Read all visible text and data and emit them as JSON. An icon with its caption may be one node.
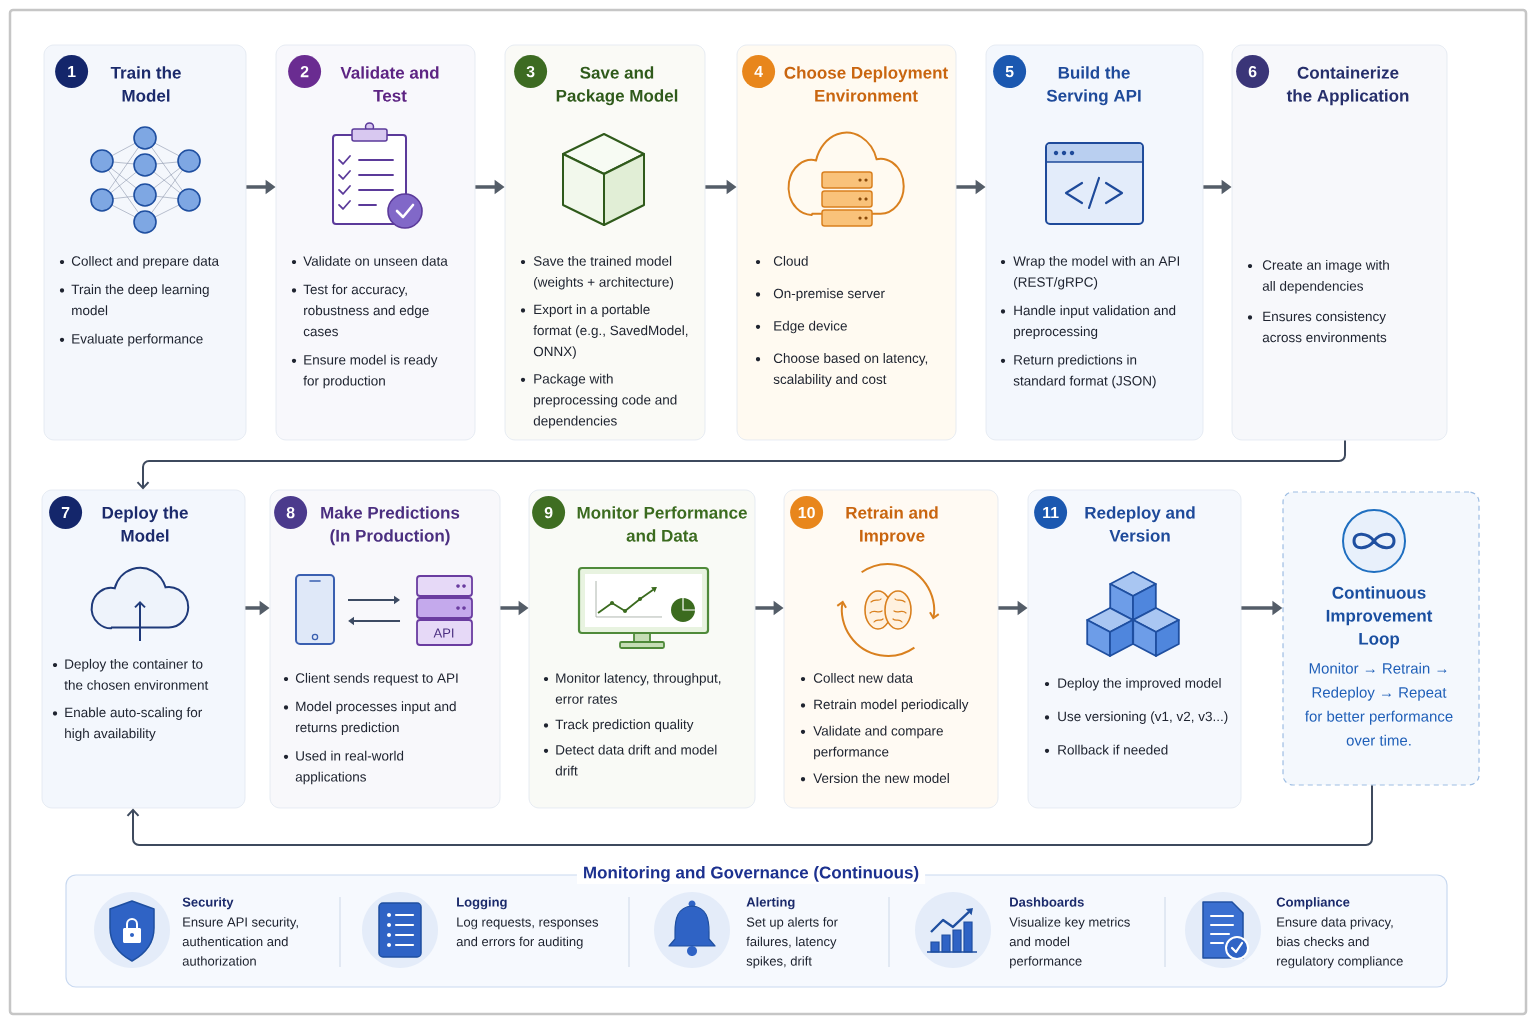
{
  "diagram": {
    "nodes": [
      {
        "text": [
          "Train the Model",
          "Collect and prepare data",
          "Train the deep learning model",
          "Evaluate performance"
        ]
      },
      {
        "text": [
          "1"
        ],
        "in": 0
      },
      {
        "text": [
          "Validate and Test",
          "Validate on unseen data",
          "Test for accuracy, robustness and edge cases",
          "Ensure model is ready for production"
        ]
      },
      {
        "text": [
          "2"
        ],
        "in": 2
      },
      {
        "text": [
          "Save and Package Model",
          "Save the trained model (weights + architecture)",
          "Export in a portable format (e.g., SavedModel, ONNX)",
          "Package with preprocessing code and dependencies"
        ]
      },
      {
        "text": [
          "3"
        ],
        "in": 4
      },
      {
        "text": [
          "Choose Deployment Environment",
          "Cloud",
          "On-premise server",
          "Edge device",
          "Choose based on latency, scalability and cost"
        ]
      },
      {
        "text": [
          "4"
        ],
        "in": 6
      },
      {
        "text": [
          "Build the Serving API",
          "Wrap the model with an API (REST/gRPC)",
          "Handle input validation and preprocessing",
          "Return predictions in standard format (JSON)"
        ]
      },
      {
        "text": [
          "5"
        ],
        "in": 8
      },
      {
        "text": [
          "Containerize the Application",
          "Create an image with all dependencies",
          "Ensures consistency across environments"
        ]
      },
      {
        "text": [
          "6"
        ],
        "in": 10
      },
      {
        "text": [
          "Deploy the Model",
          "Deploy the container to the chosen environment",
          "Enable auto-scaling for high availability"
        ]
      },
      {
        "text": [
          "7"
        ],
        "in": 12
      },
      {
        "text": [
          "Make Predictions (In Production)",
          "Client sends request to API",
          "Model processes input and returns prediction",
          "Used in real-world applications"
        ]
      },
      {
        "text": [
          "8"
        ],
        "in": 14
      },
      {
        "text": [
          "Monitor Performance and Data",
          "Monitor latency, throughput, error rates",
          "Track prediction quality",
          "Detect data drift and model drift"
        ]
      },
      {
        "text": [
          "9"
        ],
        "in": 16
      },
      {
        "text": [
          "Retrain and Improve",
          "Collect new data",
          "Retrain model periodically",
          "Validate and compare performance",
          "Version the new model"
        ]
      },
      {
        "text": [
          "10"
        ],
        "in": 18
      },
      {
        "text": [
          "Redeploy and Version",
          "Deploy the improved model",
          "Use versioning (v1, v2, v3...)",
          "Rollback if needed"
        ]
      },
      {
        "text": [
          "11"
        ],
        "in": 20
      },
      {
        "text": [
          "Continuous Improvement Loop",
          "Monitor → Retrain → Redeploy → Repeat for better performance over time."
        ]
      },
      {
        "text": [
          "Monitoring and Governance (Continuous)"
        ]
      }
    ],
    "edges": [
      {
        "from": 0,
        "to": 2,
        "arrow": "to"
      },
      {
        "from": 2,
        "to": 4,
        "arrow": "to"
      },
      {
        "from": 4,
        "to": 6,
        "arrow": "to"
      },
      {
        "from": 6,
        "to": 8,
        "arrow": "to"
      },
      {
        "from": 8,
        "to": 10,
        "arrow": "to"
      },
      {
        "from": 10,
        "to": 12,
        "arrow": "to",
        "color": "#3e4a5e"
      },
      {
        "from": 12,
        "to": 14,
        "arrow": "to"
      },
      {
        "from": 14,
        "to": 16,
        "arrow": "to"
      },
      {
        "from": 16,
        "to": 18,
        "arrow": "to"
      },
      {
        "from": 18,
        "to": 20,
        "arrow": "to"
      },
      {
        "from": 20,
        "to": 22,
        "arrow": "to"
      },
      {
        "from": 22,
        "to": 12,
        "arrow": "to",
        "color": "#3e4a5e"
      }
    ],
    "labels": [
      "API",
      "Security",
      "Ensure API security, authentication and authorization",
      "Logging",
      "Log requests, responses and errors for auditing",
      "Alerting",
      "Set up alerts for failures, latency spikes, drift",
      "Dashboards",
      "Visualize key metrics and model performance",
      "Compliance",
      "Ensure data privacy, bias checks and regulatory compliance"
    ]
  }
}
